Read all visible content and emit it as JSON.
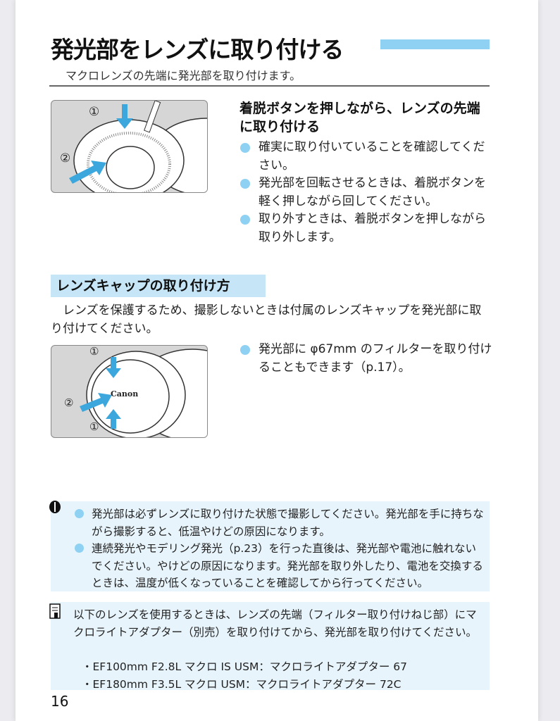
{
  "title": "発光部をレンズに取り付ける",
  "subtitle": "マクロレンズの先端に発光部を取り付けます。",
  "step": {
    "heading": "着脱ボタンを押しながら、レンズの先端に取り付ける",
    "bullets": [
      "確実に取り付いていることを確認してください。",
      "発光部を回転させるときは、着脱ボタンを軽く押しながら回してください。",
      "取り外すときは、着脱ボタンを押しながら取り外します。"
    ]
  },
  "figure1": {
    "label1": "①",
    "label2": "②"
  },
  "section": {
    "heading": "レンズキャップの取り付け方",
    "paragraph": "レンズを保護するため、撮影しないときは付属のレンズキャップを発光部に取り付けてください。",
    "bullets": [
      "発光部に φ67mm のフィルターを取り付けることもできます（p.17）。"
    ]
  },
  "figure2": {
    "label1": "①",
    "label2": "②",
    "label3": "①",
    "brand": "Canon"
  },
  "warning": {
    "icon": "caution-icon",
    "bullets": [
      "発光部は必ずレンズに取り付けた状態で撮影してください。発光部を手に持ちながら撮影すると、低温やけどの原因になります。",
      "連続発光やモデリング発光（p.23）を行った直後は、発光部や電池に触れないでください。やけどの原因になります。発光部を取り外したり、電池を交換するときは、温度が低くなっていることを確認してから行ってください。"
    ]
  },
  "note": {
    "icon": "memo-icon",
    "text": "以下のレンズを使用するときは、レンズの先端（フィルター取り付けねじ部）にマクロライトアダプター（別売）を取り付けてから、発光部を取り付けてください。",
    "items": [
      "・EF100mm F2.8L マクロ IS USM：マクロライトアダプター 67",
      "・EF180mm F3.5L マクロ USM：マクロライトアダプター 72C"
    ]
  },
  "page_number": "16",
  "colors": {
    "accent": "#8fd1f3",
    "section_bg": "#c6e6f7",
    "box_bg": "#e8f4fb"
  }
}
